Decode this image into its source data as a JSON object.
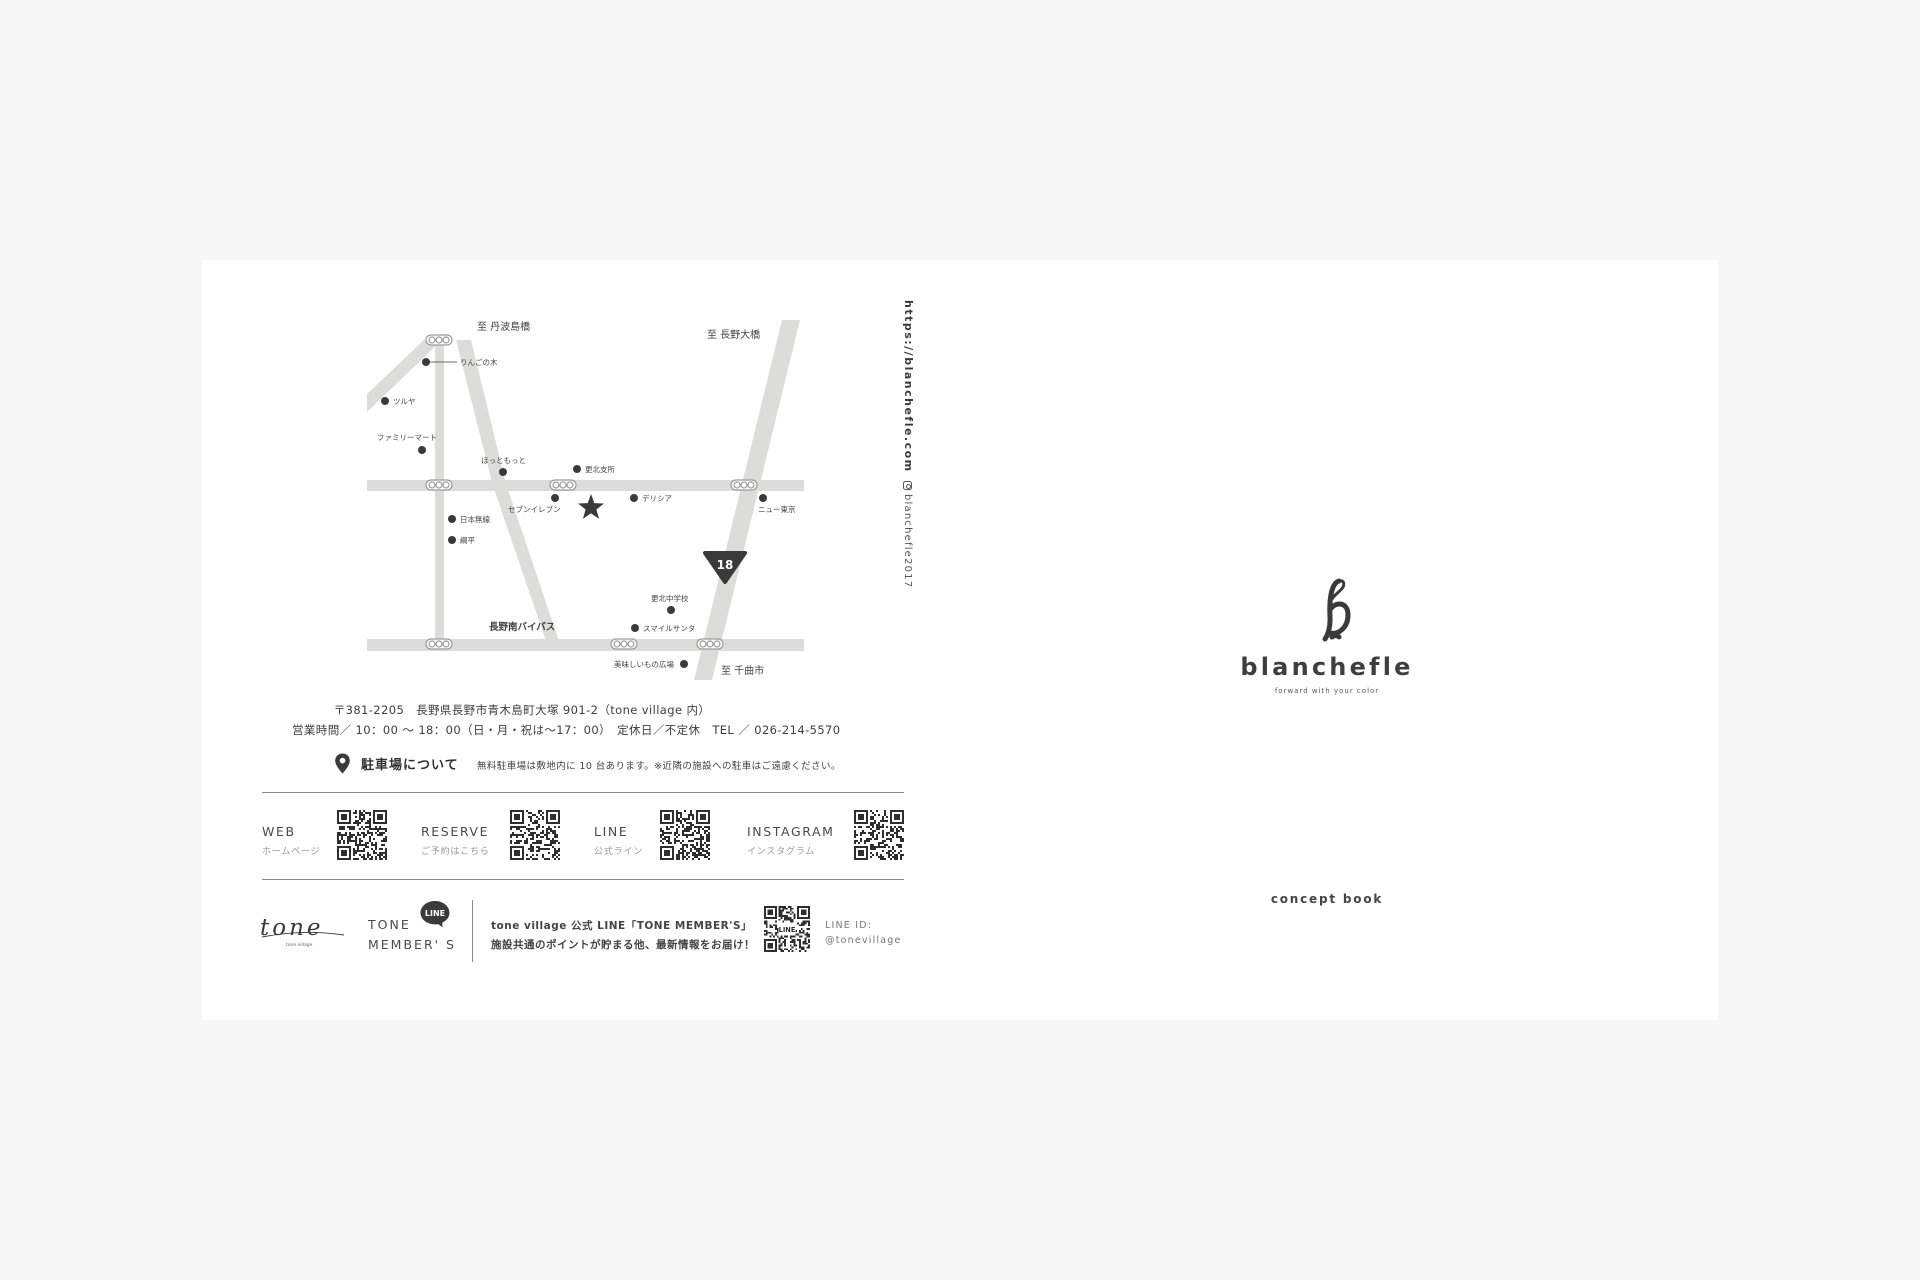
{
  "map": {
    "destinations": {
      "north_west": "至 丹波島橋",
      "north_east": "至 長野大橋",
      "south_east": "至 千曲市"
    },
    "road_names": {
      "bypass": "長野南バイパス"
    },
    "route_number": "18",
    "landmarks": {
      "ringonoki": "りんごの木",
      "tsuruya": "ツルヤ",
      "familymart": "ファミリーマート",
      "hottomotto": "ほっともっと",
      "koshoku_branch": "更北支所",
      "seven_eleven": "セブンイレブン",
      "delicia": "デリシア",
      "new_tokyo": "ニュー東京",
      "nihon_muki": "日本無線",
      "tsunahei": "綱平",
      "koshoku_junior_high": "更北中学校",
      "smile_santa": "スマイルサンタ",
      "oishii_mono": "美味しいもの広場"
    }
  },
  "side": {
    "url": "https://blanchefle.com",
    "instagram": "blanchefle2017"
  },
  "address": {
    "line1": "〒381-2205　長野県長野市青木島町大塚 901-2（tone village 内）",
    "line2": "営業時間／ 10：00 ～ 18：00（日・月・祝は～17：00）　定休日／不定休　TEL ／ 026-214-5570"
  },
  "parking": {
    "title": "駐車場について",
    "note": "無料駐車場は敷地内に 10 台あります。※近隣の施設への駐車はご遠慮ください。"
  },
  "qr_links": [
    {
      "title": "WEB",
      "sub": "ホームページ"
    },
    {
      "title": "RESERVE",
      "sub": "ご予約はこちら"
    },
    {
      "title": "LINE",
      "sub": "公式ライン"
    },
    {
      "title": "INSTAGRAM",
      "sub": "インスタグラム"
    }
  ],
  "tone": {
    "logo_script": "tone",
    "logo_sub": "tone village",
    "members_line1": "TONE",
    "members_line2": "MEMBER' S",
    "line_badge": "LINE",
    "desc_line1": "tone village 公式 LINE「TONE MEMBER'S」",
    "desc_line2": "施設共通のポイントが貯まる他、最新情報をお届け！",
    "line_id_label": "LINE ID:",
    "line_id_value": "@tonevillage"
  },
  "cover": {
    "brand": "blanchefle",
    "tagline": "forward with your color",
    "subtitle": "concept book"
  },
  "colors": {
    "page_background": "#f7f7f7",
    "sheet": "#ffffff",
    "road": "#dcdcd8",
    "ink": "#3a3a3a"
  }
}
